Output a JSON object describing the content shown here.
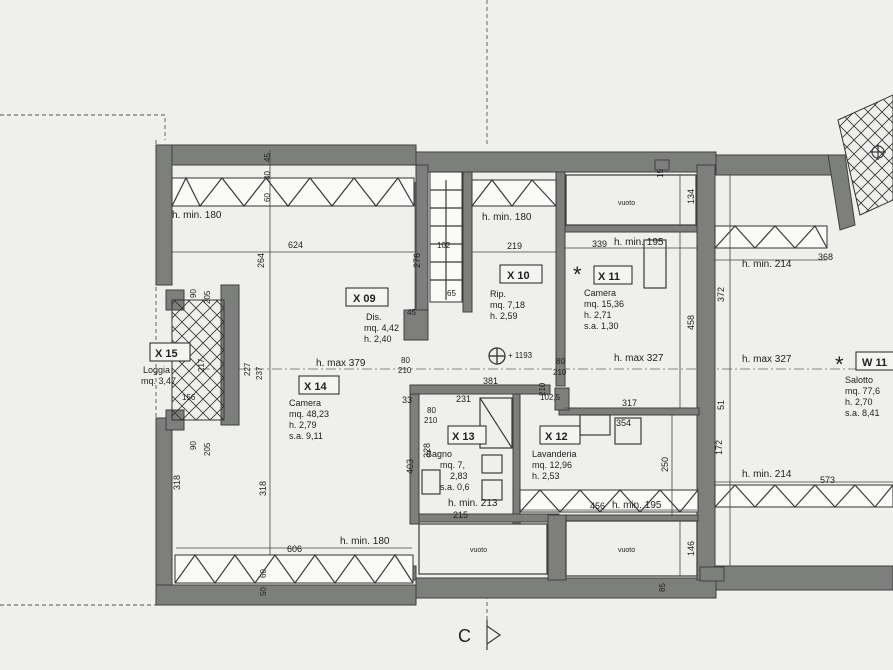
{
  "rooms": {
    "x09": {
      "code": "X 09",
      "name": "Dis.",
      "area": "mq. 4,42",
      "height": "h. 2,40"
    },
    "x10": {
      "code": "X 10",
      "name": "Rip.",
      "area": "mq. 7,18",
      "height": "h. 2,59"
    },
    "x11": {
      "code": "X 11",
      "name": "Camera",
      "area": "mq. 15,36",
      "height": "h. 2,71",
      "sa": "s.a. 1,30"
    },
    "x12": {
      "code": "X 12",
      "name": "Lavanderia",
      "area": "mq. 12,96",
      "height": "h. 2,53"
    },
    "x13": {
      "code": "X 13",
      "name": "Bagno",
      "area": "mq. 7,",
      "height": "2,83",
      "sa": "s.a. 0,6"
    },
    "x14": {
      "code": "X 14",
      "name": "Camera",
      "area": "mq. 48,23",
      "height": "h. 2,79",
      "sa": "s.a. 9,11"
    },
    "x15": {
      "code": "X 15",
      "name": "Loggia",
      "area": "mq. 3,47"
    },
    "w11": {
      "code": "W 11",
      "name": "Salotto",
      "area": "mq. 77,6",
      "height": "h. 2,70",
      "sa": "s.a. 8,41"
    }
  },
  "heights": {
    "min180_a": "h. min. 180",
    "min180_b": "h. min. 180",
    "min180_c": "h. min. 180",
    "min195_a": "h. min. 195",
    "min195_b": "h. min. 195",
    "min214_a": "h. min. 214",
    "min214_b": "h. min. 214",
    "min213": "h. min. 213",
    "max379": "h. max 379",
    "max327_a": "h. max 327",
    "max327_b": "h. max 327"
  },
  "voids": {
    "top": "vuoto",
    "bottom_left": "vuoto",
    "bottom_right": "vuoto"
  },
  "dimensions": {
    "d624": "624",
    "d264": "264",
    "d318a": "318",
    "d318b": "318",
    "d606": "606",
    "d219": "219",
    "d276": "276",
    "d339": "339",
    "d458": "458",
    "d372": "372",
    "d368": "368",
    "d573": "573",
    "d317": "317",
    "d250": "250",
    "d456": "456",
    "d146": "146",
    "d134": "134",
    "d172": "172",
    "d51": "51",
    "d381": "381",
    "d231": "231",
    "d403": "403",
    "d328": "328",
    "d215": "215",
    "d354": "354",
    "d33": "33",
    "d102": "102",
    "d65": "65",
    "d45": "45",
    "d80a": "80",
    "d210a": "210",
    "d80b": "80",
    "d210b": "210",
    "d80c": "80",
    "d210c": "210",
    "d90a": "90",
    "d205a": "205",
    "d90b": "90",
    "d205b": "205",
    "d60a": "60",
    "d40": "40",
    "d45b": "45",
    "d60b": "60",
    "d50": "50",
    "d85": "85",
    "d15": "15",
    "d1193": "+ 1193",
    "d237": "237",
    "d227": "227",
    "d156": "156",
    "d217": "217",
    "d210d": "210",
    "d1025": "102,5"
  },
  "markers": {
    "star1": "*",
    "star2": "*",
    "section": "C"
  }
}
